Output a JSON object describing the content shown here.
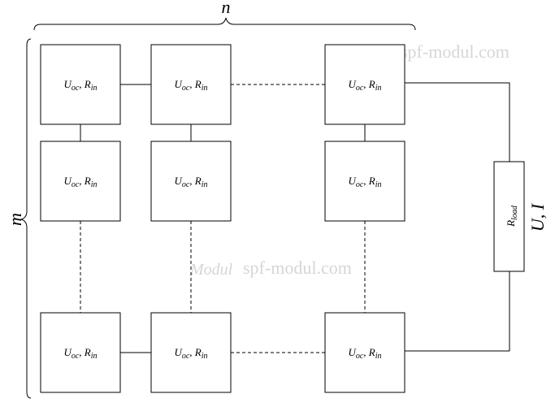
{
  "diagram": {
    "cell_label": {
      "main": "U",
      "sub1": "oc",
      "sep": ", ",
      "main2": "R",
      "sub2": "in"
    },
    "n_label": "n",
    "m_label": "m",
    "load_label": {
      "main": "R",
      "sub": "load"
    },
    "output_label": "U, I"
  },
  "watermark": {
    "text": "spf-modul.com",
    "logo": "Modul"
  }
}
